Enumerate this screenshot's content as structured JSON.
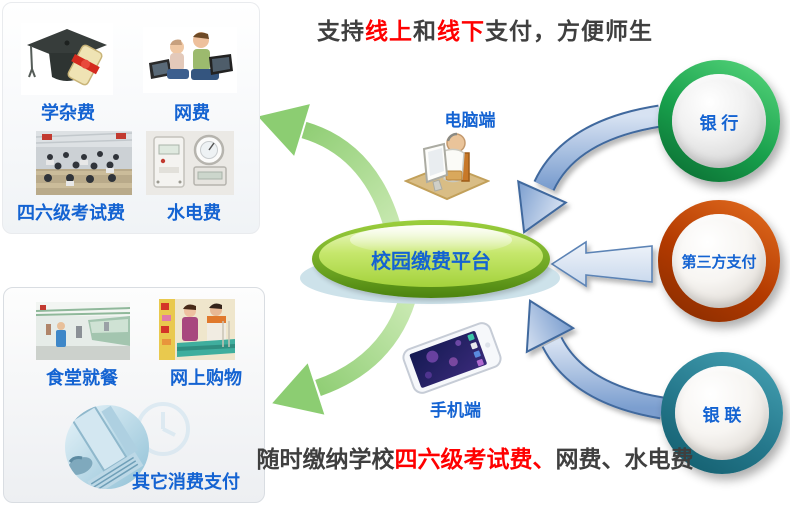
{
  "header": {
    "title": {
      "p1": "支持",
      "online": "线上",
      "and": "和",
      "offline": "线下",
      "p2": "支付，方便师生"
    }
  },
  "platform": {
    "label": "校园缴费平台"
  },
  "endpoints": {
    "pc": "电脑端",
    "mobile": "手机端"
  },
  "fee_panel_top": {
    "items": [
      {
        "label": "学杂费",
        "icon": "graduation-cap"
      },
      {
        "label": "网费",
        "icon": "children-laptops"
      },
      {
        "label": "四六级考试费",
        "icon": "exam-classroom"
      },
      {
        "label": "水电费",
        "icon": "utility-meters"
      }
    ]
  },
  "fee_panel_bottom": {
    "items": [
      {
        "label": "食堂就餐",
        "icon": "canteen"
      },
      {
        "label": "网上购物",
        "icon": "supermarket-checkout"
      },
      {
        "label": "其它消费支付",
        "icon": "online-payment-keyboard"
      }
    ]
  },
  "pay_channels": [
    {
      "label": "银 行",
      "ring_color": "#18a04c"
    },
    {
      "label": "第三方支付",
      "ring_color": "#b33a00"
    },
    {
      "label": "银 联",
      "ring_color": "#25788c"
    }
  ],
  "footer": {
    "note": {
      "p1": "随时缴纳学校",
      "highlight": "四六级考试费、",
      "p2": "网费、水电费"
    }
  },
  "colors": {
    "label_blue": "#1463d2",
    "highlight_red": "#ff0000",
    "text_dark": "#3f3f3f",
    "platform_green": "#8cc63f",
    "arrow_green": "#8ccd72",
    "arrow_blue": "#7b9ecf"
  }
}
